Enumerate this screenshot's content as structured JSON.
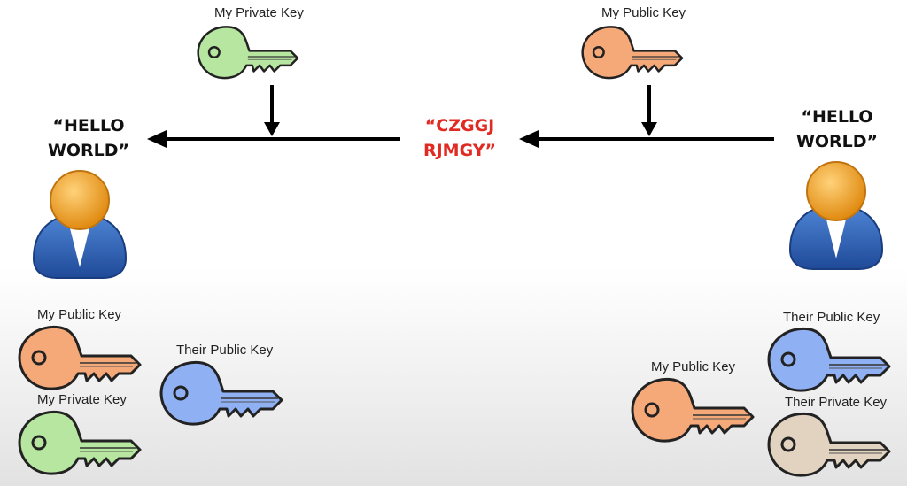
{
  "colors": {
    "private_key_green": "#b6e6a0",
    "public_key_orange": "#f5a878",
    "their_public_blue": "#8fb0f2",
    "their_private_tan": "#e2d3c0",
    "cipher_red": "#e02a22",
    "arrow_black": "#000000",
    "person_head": "#f0a030",
    "person_body": "#2e62b0"
  },
  "top": {
    "left_key_label": "My Private Key",
    "right_key_label": "My Public Key"
  },
  "messages": {
    "left_plain": [
      "“HELLO",
      "WORLD”"
    ],
    "cipher": [
      "“CZGGJ",
      "RJMGY”"
    ],
    "right_plain": [
      "“HELLO",
      "WORLD”"
    ]
  },
  "left_person": {
    "keys": [
      {
        "label": "My Public Key",
        "icon": "key-icon",
        "color": "orange"
      },
      {
        "label": "My Private Key",
        "icon": "key-icon",
        "color": "green"
      },
      {
        "label": "Their Public Key",
        "icon": "key-icon",
        "color": "blue"
      }
    ]
  },
  "right_person": {
    "keys": [
      {
        "label": "Their Public Key",
        "icon": "key-icon",
        "color": "blue"
      },
      {
        "label": "My Public Key",
        "icon": "key-icon",
        "color": "orange"
      },
      {
        "label": "Their Private Key",
        "icon": "key-icon",
        "color": "tan"
      }
    ]
  }
}
